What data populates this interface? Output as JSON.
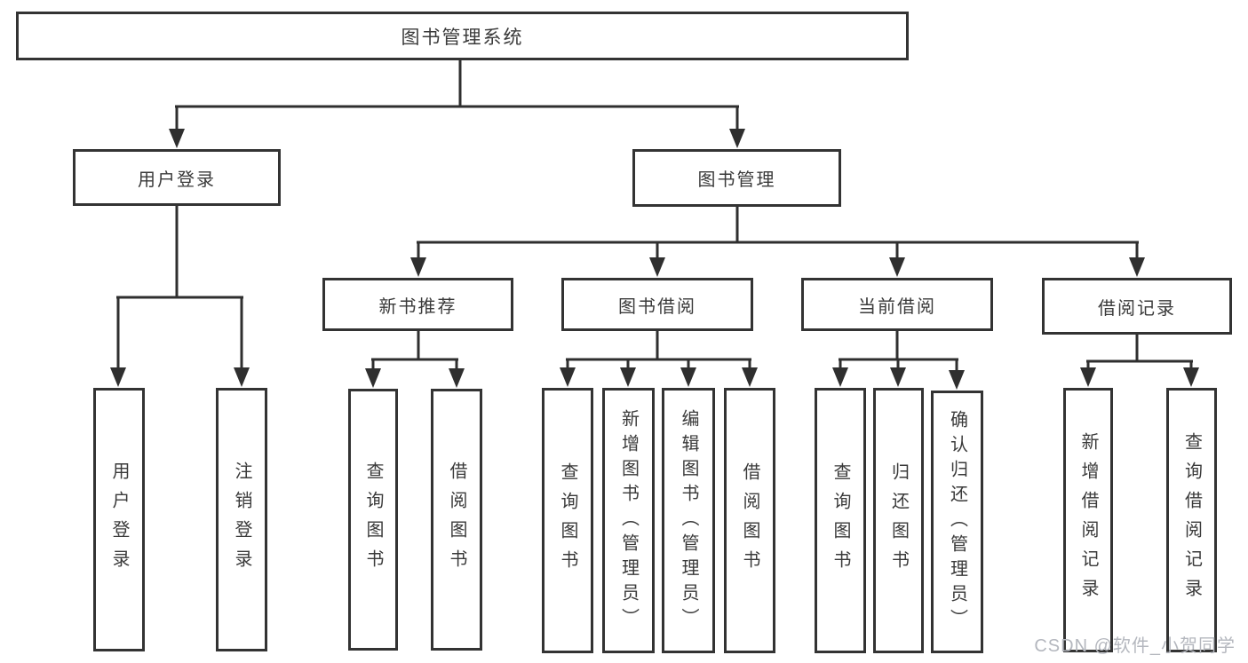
{
  "diagram": {
    "root": {
      "label": "图书管理系统"
    },
    "branches": [
      {
        "label": "用户登录",
        "children": [
          {
            "label": "用户登录"
          },
          {
            "label": "注销登录"
          }
        ]
      },
      {
        "label": "图书管理",
        "children": [
          {
            "label": "新书推荐",
            "children": [
              {
                "label": "查询图书"
              },
              {
                "label": "借阅图书"
              }
            ]
          },
          {
            "label": "图书借阅",
            "children": [
              {
                "label": "查询图书"
              },
              {
                "label": "新增图书（管理员）"
              },
              {
                "label": "编辑图书（管理员）"
              },
              {
                "label": "借阅图书"
              }
            ]
          },
          {
            "label": "当前借阅",
            "children": [
              {
                "label": "查询图书"
              },
              {
                "label": "归还图书"
              },
              {
                "label": "确认归还（管理员）"
              }
            ]
          },
          {
            "label": "借阅记录",
            "children": [
              {
                "label": "新增借阅记录"
              },
              {
                "label": "查询借阅记录"
              }
            ]
          }
        ]
      }
    ]
  },
  "watermark": {
    "text": "CSDN @软件_小贺同学"
  },
  "colors": {
    "border": "#333333",
    "text": "#3a3a3a",
    "line": "#2f2f2f",
    "watermark": "#b4b7be",
    "background": "#ffffff"
  }
}
